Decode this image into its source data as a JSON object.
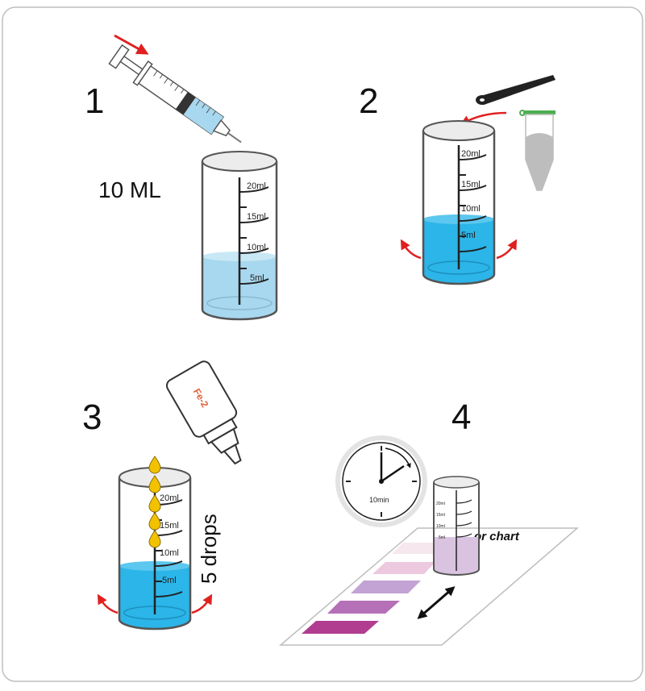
{
  "steps": [
    {
      "number": "1",
      "caption": "10 ML",
      "scale": [
        "20ml",
        "15ml",
        "10ml",
        "5ml"
      ],
      "liquid_color": "#a8d8ef"
    },
    {
      "number": "2",
      "scale": [
        "20ml",
        "15ml",
        "10ml",
        "5ml"
      ],
      "liquid_color": "#2bb5e8"
    },
    {
      "number": "3",
      "reagent_label": "Fe-2",
      "drops_label": "5 drops",
      "scale": [
        "20ml",
        "15ml",
        "10ml",
        "5ml"
      ],
      "liquid_color": "#2bb5e8"
    },
    {
      "number": "4",
      "timer_label": "10min",
      "chart_title": "or chart",
      "scale": [
        "20ml",
        "15ml",
        "10ml",
        "5ml"
      ],
      "liquid_color": "#d9c3e0",
      "swatches": [
        "#f6e7ef",
        "#ecc9de",
        "#c3a2d4",
        "#b570b8",
        "#b03d8f"
      ]
    }
  ],
  "colors": {
    "arrow_red": "#e02020",
    "drop_yellow": "#f2c200",
    "tube_cap_green": "#4caf50",
    "frame_border": "#bfbfbf"
  },
  "icons": [
    "syringe-icon",
    "beaker-icon",
    "spatula-icon",
    "tube-icon",
    "dropper-bottle-icon",
    "clock-icon",
    "color-chart-icon",
    "double-arrow-icon"
  ]
}
